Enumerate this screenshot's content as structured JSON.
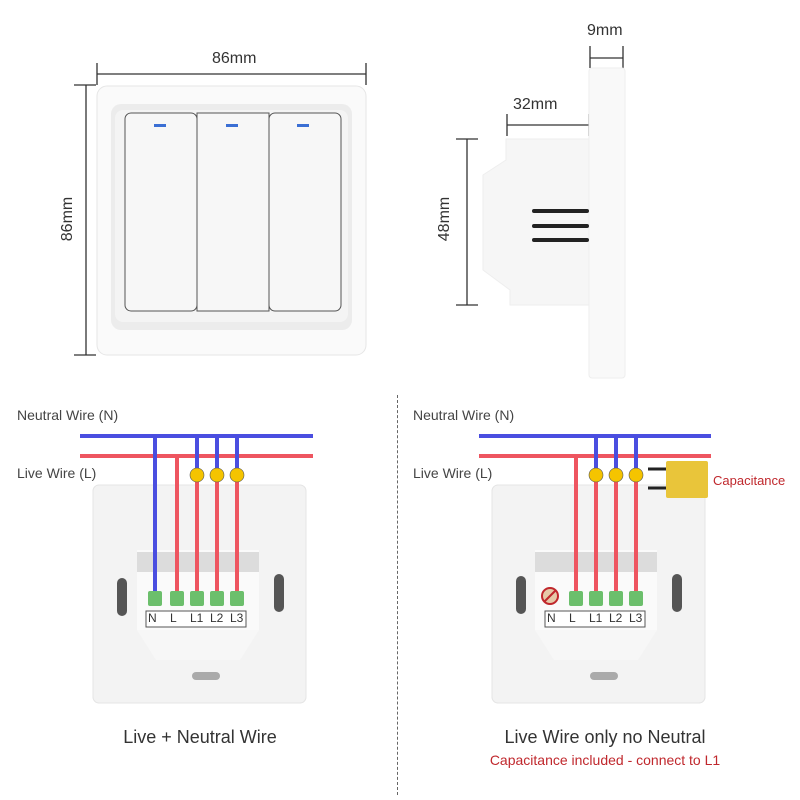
{
  "front_view": {
    "width_label": "86mm",
    "height_label": "86mm",
    "gang_count": 3,
    "indicator_color": "#3b6fd4"
  },
  "side_view": {
    "plate_thickness_label": "9mm",
    "body_depth_label": "32mm",
    "body_height_label": "48mm"
  },
  "wiring_left": {
    "neutral_label": "Neutral Wire (N)",
    "live_label": "Live Wire (L)",
    "terminals": [
      "N",
      "L",
      "L1",
      "L2",
      "L3"
    ],
    "caption": "Live + Neutral Wire"
  },
  "wiring_right": {
    "neutral_label": "Neutral Wire (N)",
    "live_label": "Live Wire (L)",
    "terminals": [
      "N",
      "L",
      "L1",
      "L2",
      "L3"
    ],
    "capacitor_label": "Capacitance",
    "caption": "Live Wire only no Neutral",
    "note": "Capacitance included - connect to L1"
  },
  "colors": {
    "neutral_wire": "#4a4ee0",
    "live_wire": "#ee5560",
    "terminal": "#6cbf6c",
    "bulb": "#f5c400",
    "capacitor": "#e9c53a",
    "note_text": "#c0282d"
  }
}
